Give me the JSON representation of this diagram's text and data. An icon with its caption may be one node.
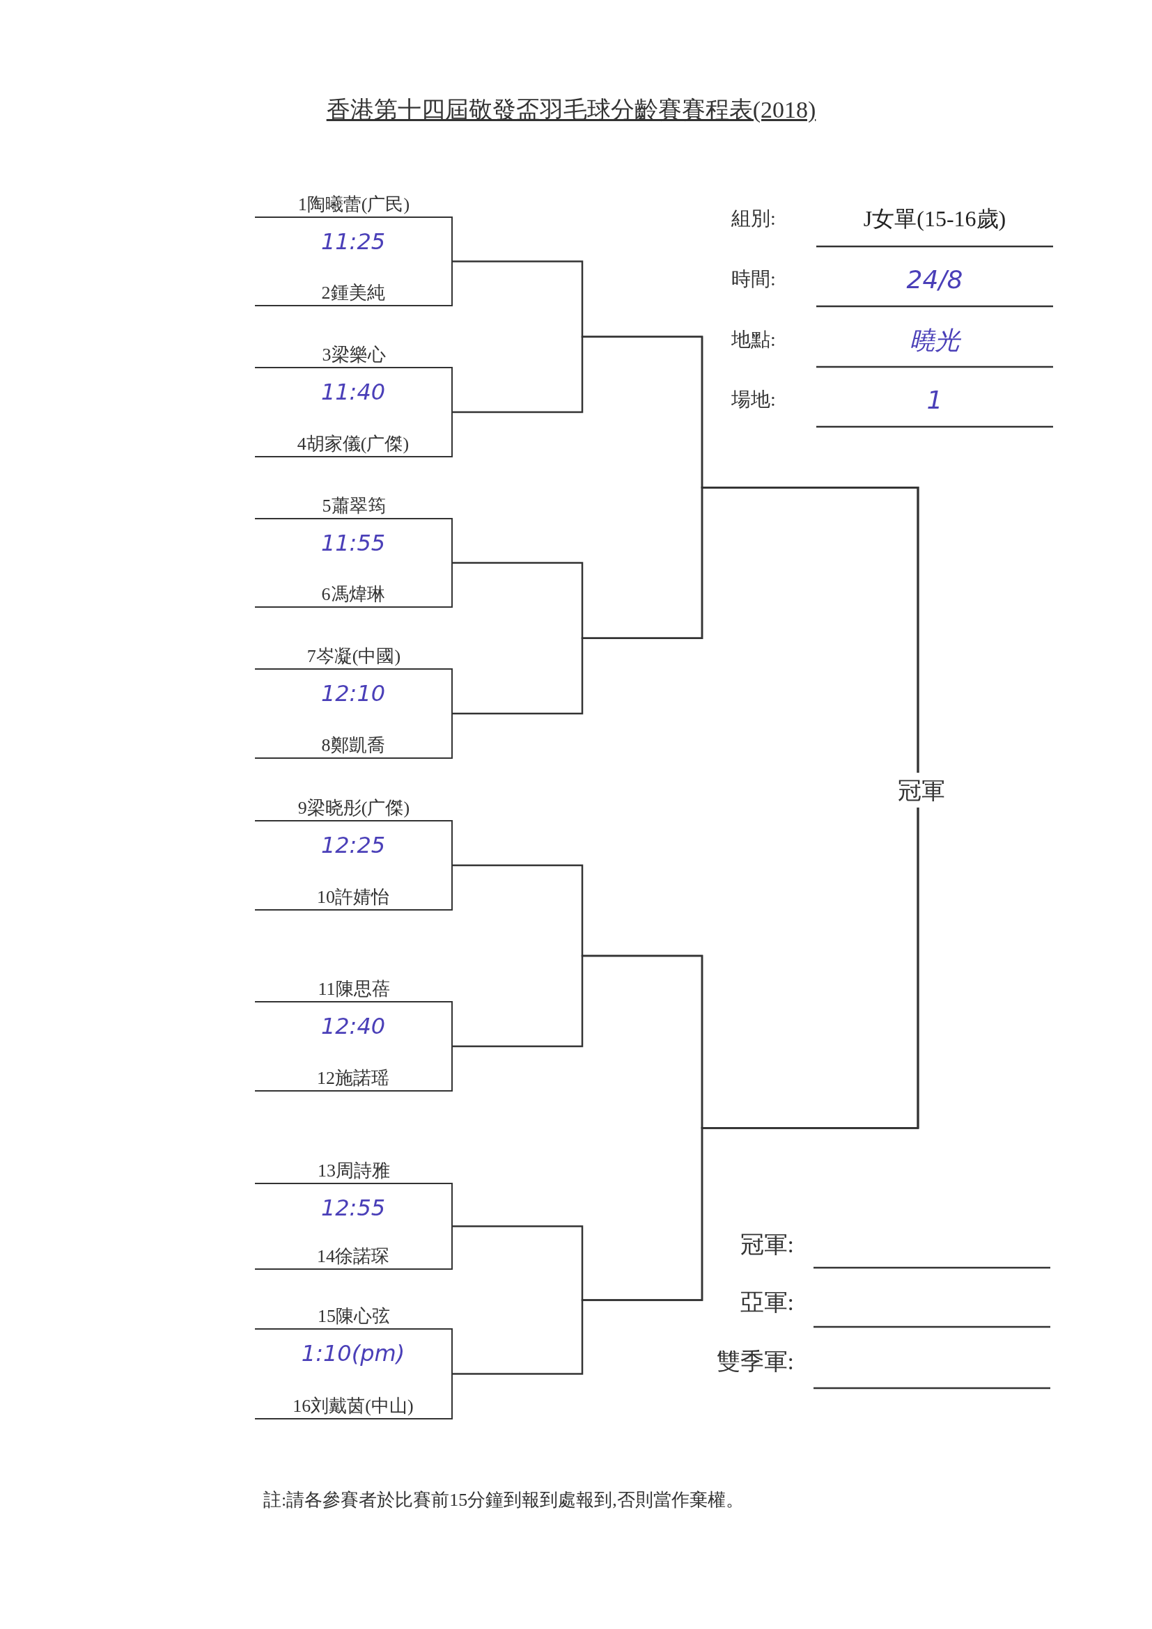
{
  "diagram": {
    "title": "香港第十四屆敬發盃羽毛球分齡賽賽程表(2018)",
    "nodes": [
      {
        "text": [
          "1陶曦蕾(广民)",
          "11:25",
          "2鍾美純"
        ]
      },
      {
        "text": [
          "3梁樂心",
          "11:40",
          "4胡家儀(广傑)"
        ]
      },
      {
        "text": [
          "5蕭翠筠",
          "11:55",
          "6馮煒琳"
        ]
      },
      {
        "text": [
          "7岑凝(中國)",
          "12:10",
          "8鄭凱喬"
        ]
      },
      {
        "text": [
          "9梁晓彤(广傑)",
          "12:25",
          "10許婧怡"
        ]
      },
      {
        "text": [
          "11陳思蓓",
          "12:40",
          "12施諾瑶"
        ]
      },
      {
        "text": [
          "13周詩雅",
          "12:55",
          "14徐諾琛"
        ]
      },
      {
        "text": [
          "15陳心弦",
          "1:10(pm)",
          "16刘戴茵(中山)"
        ]
      },
      {
        "text": [
          "冠軍"
        ]
      }
    ],
    "edges": [
      {
        "from": 0,
        "to": 8,
        "arrow": "none"
      },
      {
        "from": 1,
        "to": 8,
        "arrow": "none"
      },
      {
        "from": 2,
        "to": 8,
        "arrow": "none"
      },
      {
        "from": 3,
        "to": 8,
        "arrow": "none"
      },
      {
        "from": 4,
        "to": 8,
        "arrow": "none"
      },
      {
        "from": 5,
        "to": 8,
        "arrow": "none"
      },
      {
        "from": 6,
        "to": 8,
        "arrow": "none"
      },
      {
        "from": 7,
        "to": 8,
        "arrow": "none"
      }
    ],
    "labels": [
      "組別:",
      "J女單(15-16歲)",
      "時間:",
      "24/8",
      "地點:",
      "曉光",
      "場地:",
      "1",
      "冠軍:",
      "亞軍:",
      "雙季軍:",
      "註:請各參賽者於比賽前15分鐘到報到處報到,否則當作棄權。"
    ]
  }
}
